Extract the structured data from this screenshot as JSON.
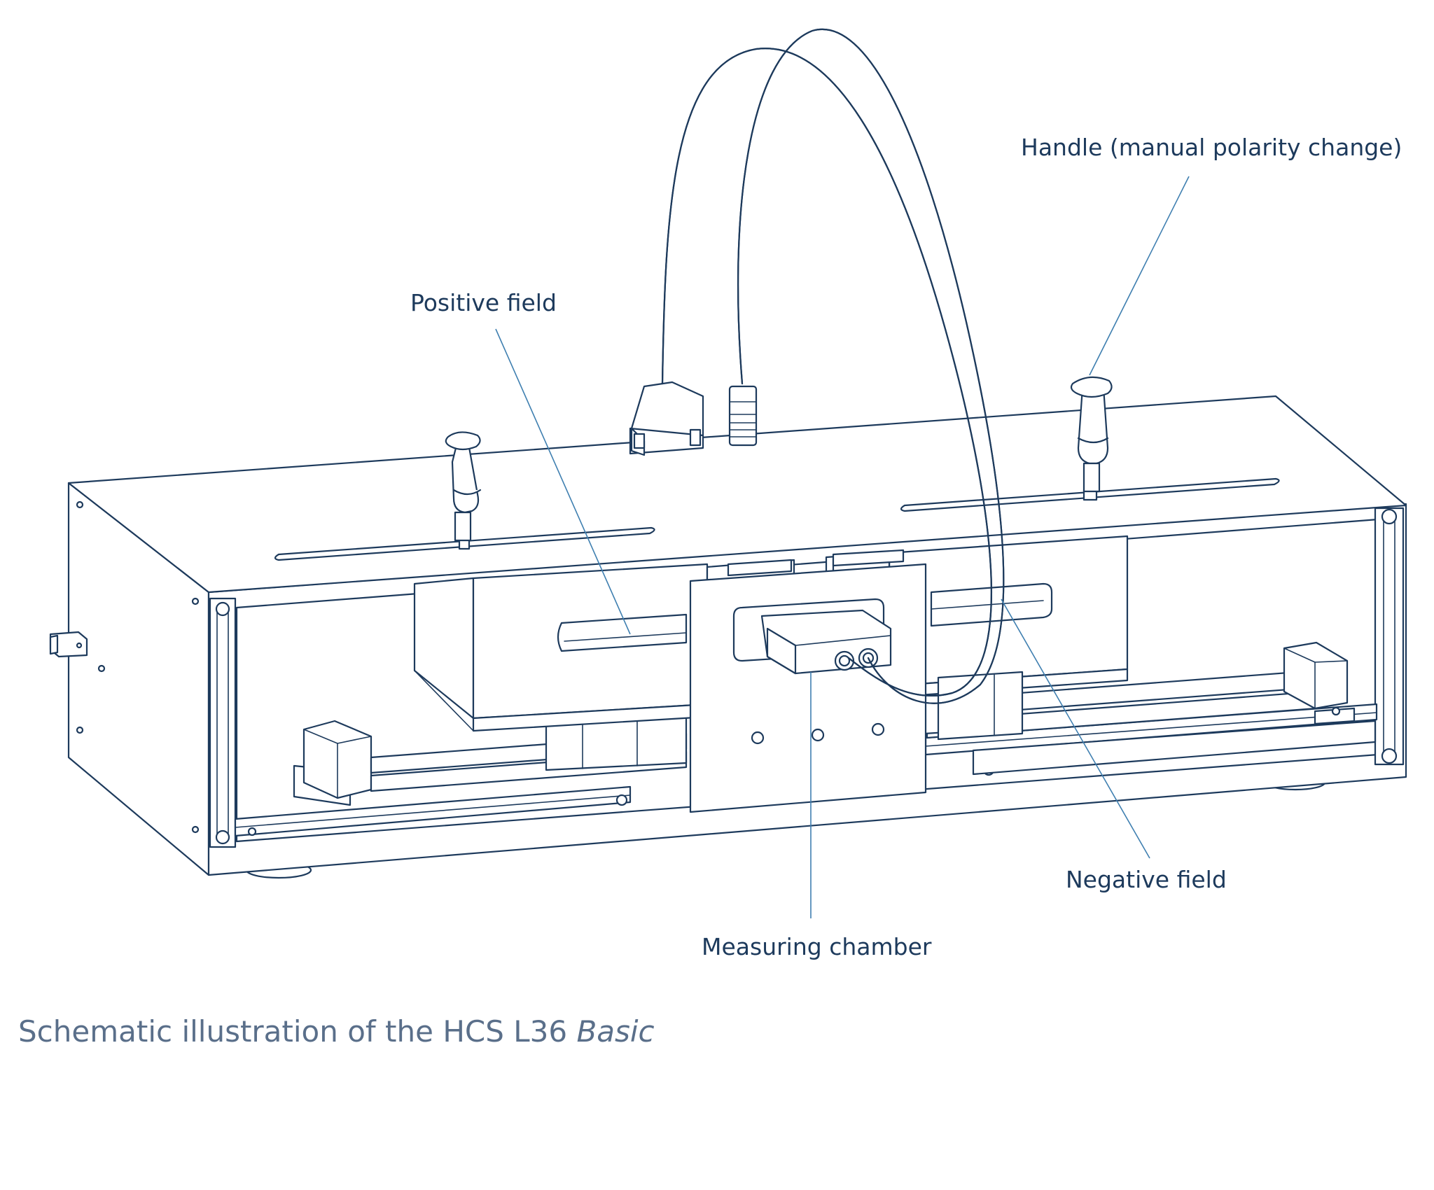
{
  "diagram": {
    "labels": {
      "handle": "Handle (manual polarity change)",
      "positive_field": "Positive field",
      "negative_field": "Negative field",
      "measuring_chamber": "Measuring chamber"
    },
    "caption": {
      "text": "Schematic illustration of the HCS L36 ",
      "emphasis": "Basic"
    },
    "colors": {
      "line": "#1d3a5c",
      "leader": "#3f7fb0",
      "caption": "#5a6f8a",
      "background": "#ffffff"
    }
  }
}
